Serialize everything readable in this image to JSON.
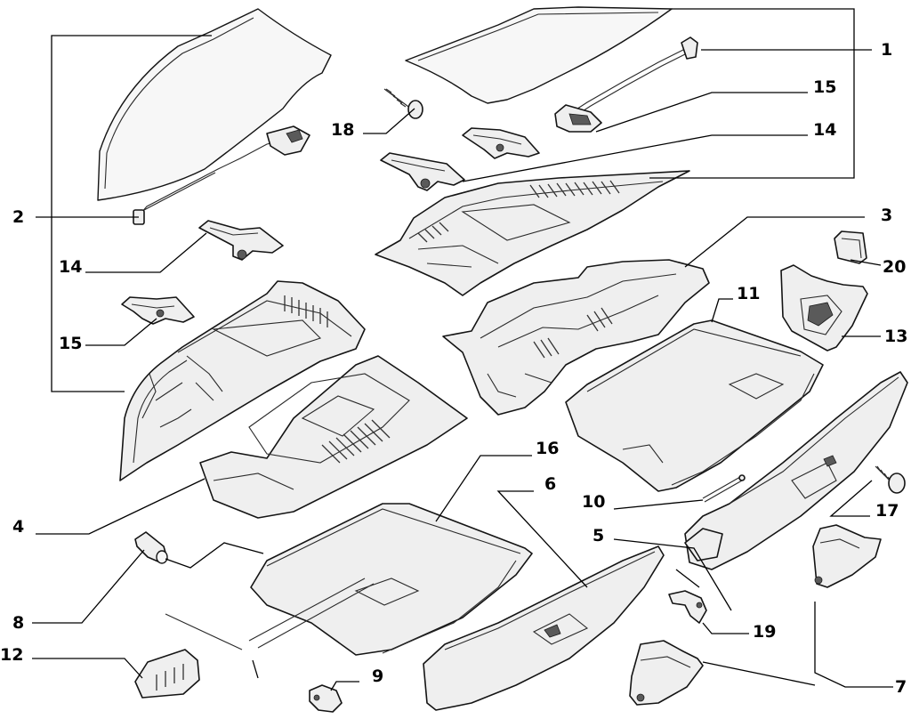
{
  "callouts": {
    "c1": "1",
    "c2": "2",
    "c3": "3",
    "c4": "4",
    "c5": "5",
    "c6": "6",
    "c7": "7",
    "c8": "8",
    "c9": "9",
    "c10": "10",
    "c11": "11",
    "c12": "12",
    "c13": "13",
    "c14a": "14",
    "c14b": "14",
    "c15a": "15",
    "c15b": "15",
    "c16": "16",
    "c17": "17",
    "c18": "18",
    "c19": "19",
    "c20": "20"
  },
  "colors": {
    "line": "#141414",
    "part_fill": "#efefef",
    "background": "#ffffff"
  }
}
